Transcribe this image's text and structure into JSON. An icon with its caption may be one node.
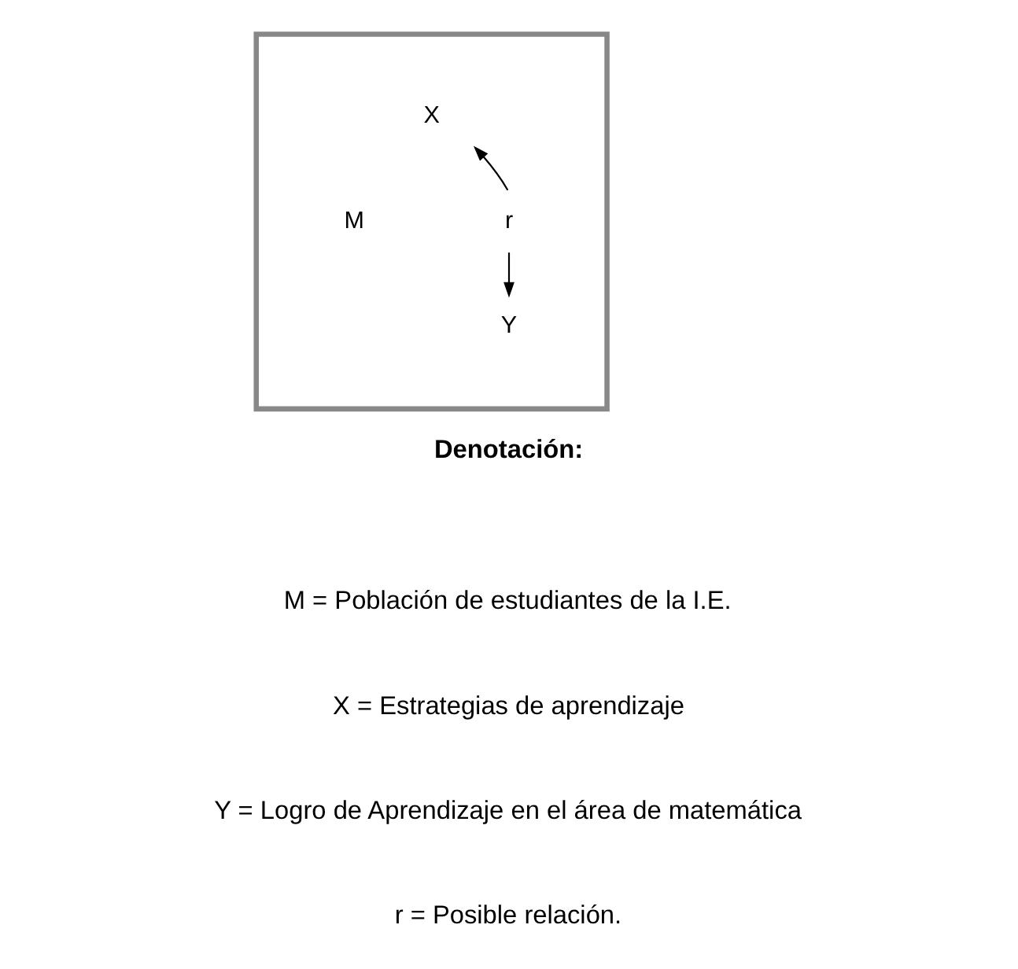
{
  "diagram": {
    "nodes": [
      {
        "text": [],
        "shape": "box"
      },
      {
        "text": [
          "M"
        ],
        "in": 0
      },
      {
        "text": [
          "X"
        ],
        "in": 0
      },
      {
        "text": [
          "r"
        ],
        "in": 0
      },
      {
        "text": [
          "Y"
        ],
        "in": 0
      }
    ],
    "edges": [
      {
        "from": 3,
        "to": 2,
        "arrow": "to"
      },
      {
        "from": 3,
        "to": 4,
        "arrow": "to"
      }
    ],
    "labels": [
      "Denotación:",
      "M = Población de estudiantes de la I.E.",
      "X = Estrategias de aprendizaje",
      "Y = Logro de Aprendizaje en el área de matemática",
      "r = Posible relación."
    ]
  }
}
